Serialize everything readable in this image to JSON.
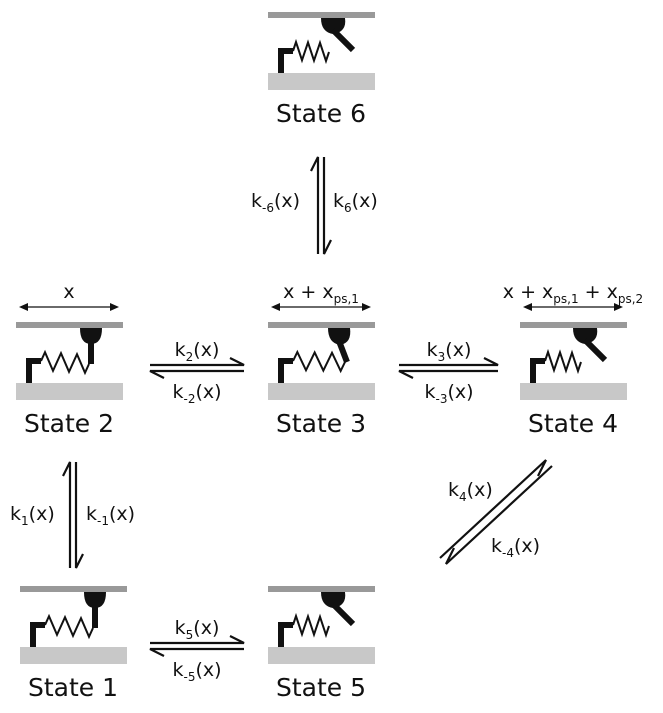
{
  "states": [
    {
      "id": "state6",
      "label": "State 6",
      "head": "rotated",
      "dim": null
    },
    {
      "id": "state2",
      "label": "State 2",
      "head": "upright",
      "dim": "x"
    },
    {
      "id": "state3",
      "label": "State 3",
      "head": "tilted",
      "dim": "x3"
    },
    {
      "id": "state4",
      "label": "State 4",
      "head": "rotated",
      "dim": "x4"
    },
    {
      "id": "state1",
      "label": "State 1",
      "head": "upright",
      "dim": null
    },
    {
      "id": "state5",
      "label": "State 5",
      "head": "rotated",
      "dim": null
    }
  ],
  "dims": {
    "x": {
      "base": "x"
    },
    "x3": {
      "base": "x + x",
      "sub1": "ps,1"
    },
    "x4": {
      "base": "x + x",
      "sub1": "ps,1",
      "mid": " + x",
      "sub2": "ps,2"
    }
  },
  "rates": [
    {
      "id": "k6",
      "k": "k",
      "sub": "6",
      "arg": "(x)"
    },
    {
      "id": "km6",
      "k": "k",
      "sub": "-6",
      "arg": "(x)"
    },
    {
      "id": "k2",
      "k": "k",
      "sub": "2",
      "arg": "(x)"
    },
    {
      "id": "km2",
      "k": "k",
      "sub": "-2",
      "arg": "(x)"
    },
    {
      "id": "k3",
      "k": "k",
      "sub": "3",
      "arg": "(x)"
    },
    {
      "id": "km3",
      "k": "k",
      "sub": "-3",
      "arg": "(x)"
    },
    {
      "id": "k1",
      "k": "k",
      "sub": "1",
      "arg": "(x)"
    },
    {
      "id": "km1",
      "k": "k",
      "sub": "-1",
      "arg": "(x)"
    },
    {
      "id": "k4",
      "k": "k",
      "sub": "4",
      "arg": "(x)"
    },
    {
      "id": "km4",
      "k": "k",
      "sub": "-4",
      "arg": "(x)"
    },
    {
      "id": "k5",
      "k": "k",
      "sub": "5",
      "arg": "(x)"
    },
    {
      "id": "km5",
      "k": "k",
      "sub": "-5",
      "arg": "(x)"
    }
  ],
  "colors": {
    "filament": "#999999",
    "substrate": "#c8c8c8",
    "ink": "#111111"
  }
}
